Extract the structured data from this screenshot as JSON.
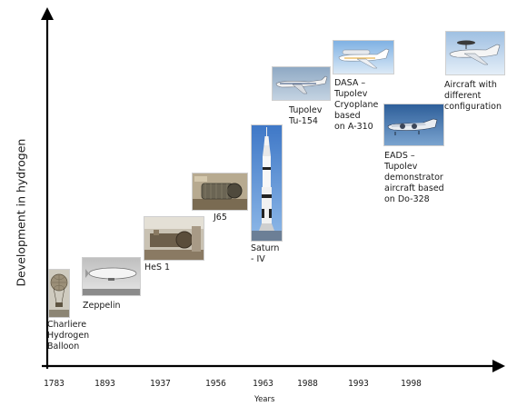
{
  "axes": {
    "y_label": "Development in hydrogen",
    "x_label": "Years",
    "years": [
      "1783",
      "1893",
      "1937",
      "1956",
      "1963",
      "1988",
      "1993",
      "1998"
    ]
  },
  "milestones": {
    "balloon": "Charliere\nHydrogen\nBalloon",
    "zeppelin": "Zeppelin",
    "hes1": "HeS 1",
    "j65": "J65",
    "saturn": "Saturn\n- IV",
    "tu154": "Tupolev\nTu-154",
    "dasa": "DASA –\nTupolev\nCryoplane\nbased\non A-310",
    "eads": "EADS –\nTupolev\ndemonstrator\naircraft based\non Do-328",
    "different": "Aircraft with\ndifferent\nconfiguration"
  },
  "icons": [
    "balloon-photo",
    "zeppelin-photo",
    "hes1-engine-photo",
    "j65-engine-photo",
    "saturn-rocket-photo",
    "tu154-aircraft-photo",
    "cryoplane-aircraft-photo",
    "do328-aircraft-photo",
    "future-aircraft-photo"
  ]
}
